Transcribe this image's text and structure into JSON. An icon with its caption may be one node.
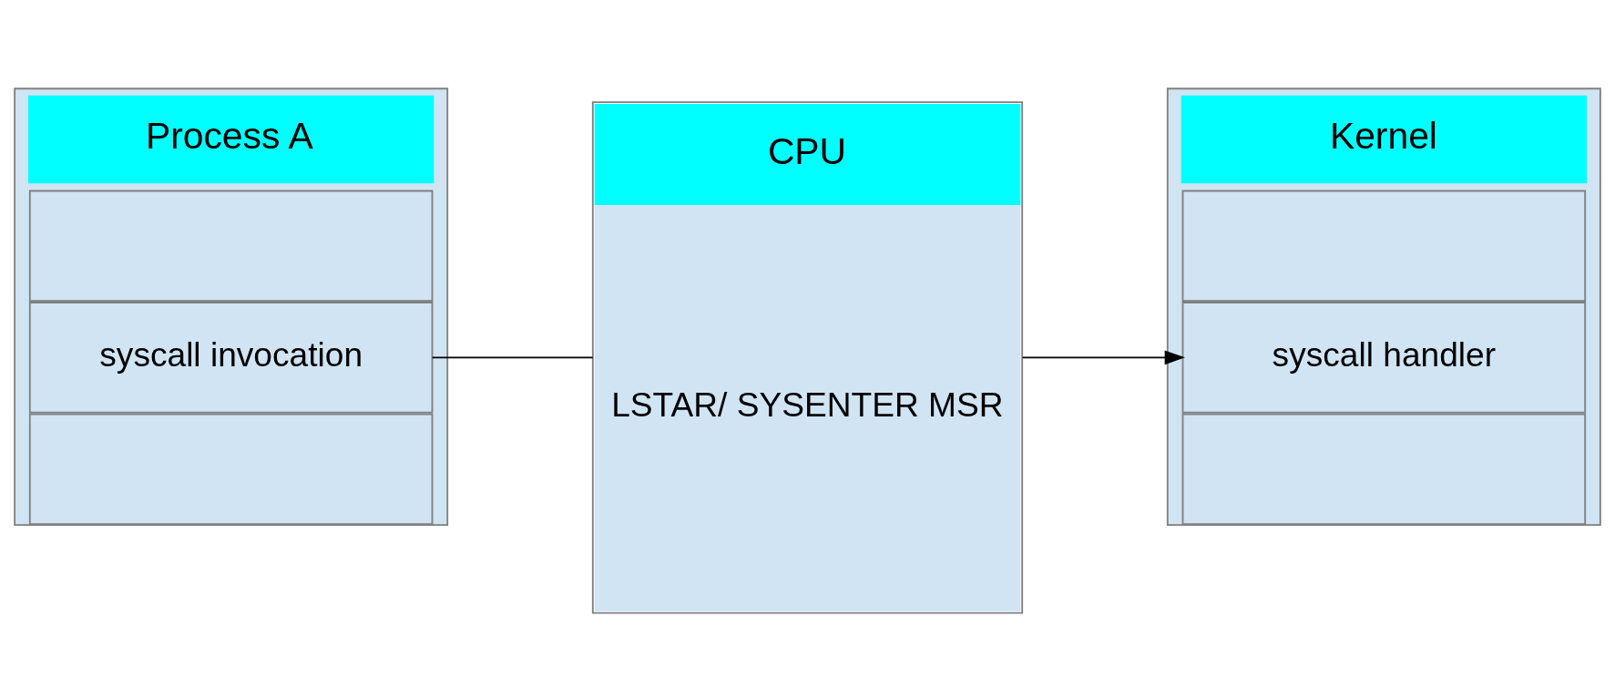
{
  "diagram": {
    "nodes": [
      {
        "text": [
          "Process A"
        ]
      },
      {
        "text": [],
        "shape": "box",
        "in": 0
      },
      {
        "text": [
          "syscall invocation"
        ],
        "in": 0
      },
      {
        "text": [],
        "shape": "box",
        "in": 0
      },
      {
        "text": [
          "CPU",
          "LSTAR/ SYSENTER MSR"
        ]
      },
      {
        "text": [
          "Kernel"
        ]
      },
      {
        "text": [],
        "shape": "box",
        "in": 5
      },
      {
        "text": [
          "syscall handler"
        ],
        "in": 5
      },
      {
        "text": [],
        "shape": "box",
        "in": 5
      }
    ],
    "edges": [
      {
        "from": 2,
        "to": 4,
        "arrow": "none"
      },
      {
        "from": 4,
        "to": 7,
        "arrow": "to"
      }
    ]
  }
}
